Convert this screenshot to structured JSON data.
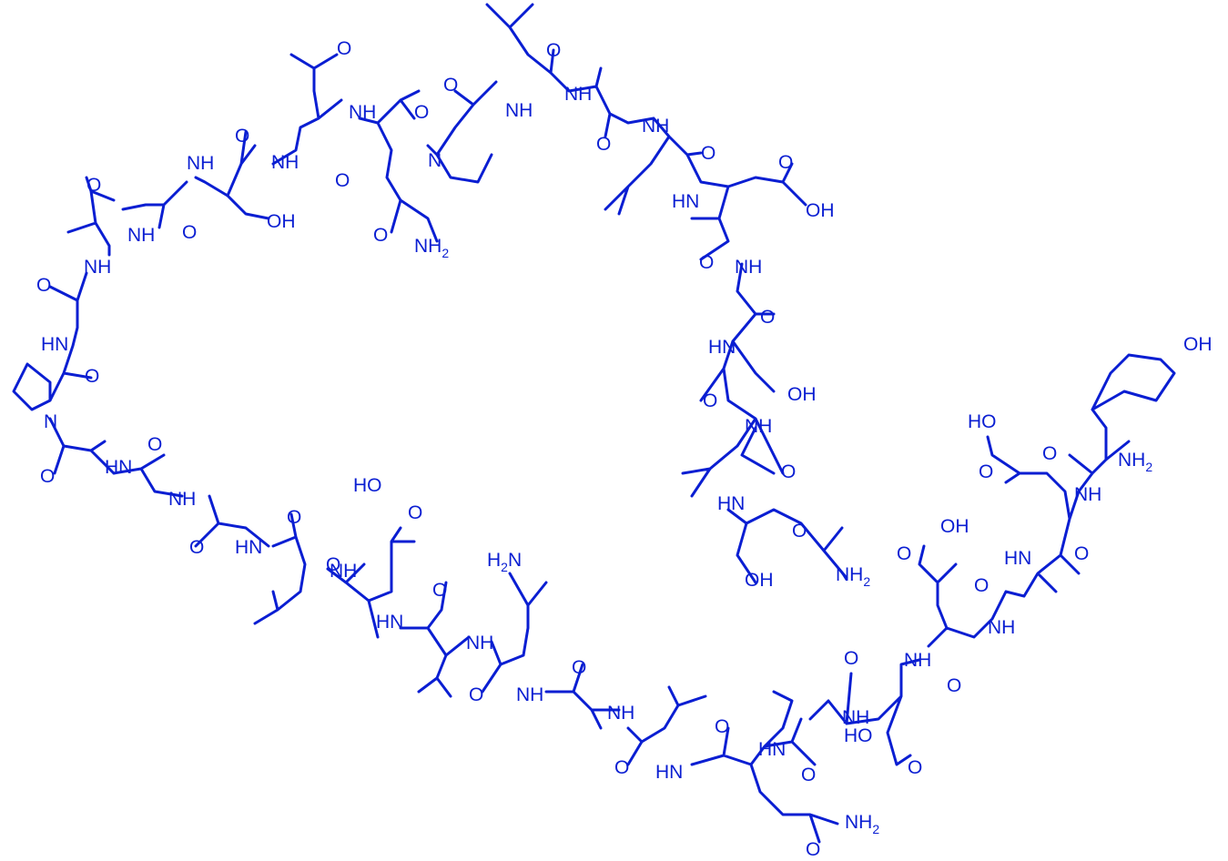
{
  "colors": {
    "structure": "#0a1ed2",
    "background": "#ffffff"
  },
  "labels": {
    "O": "O",
    "NH": "NH",
    "HN": "HN",
    "N": "N",
    "OH": "OH",
    "HO": "HO",
    "NH2_main": "NH",
    "NH2_sub": "2",
    "H2N_main": "H",
    "H2N_sub": "2",
    "H2N_tail": "N"
  }
}
